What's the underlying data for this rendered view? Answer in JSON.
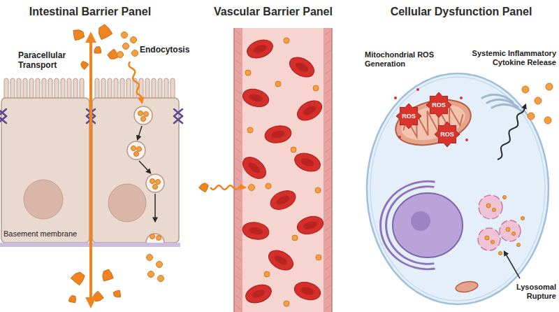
{
  "diagram": {
    "nodes": [
      {
        "text": [
          "Intestinal Barrier Panel"
        ]
      },
      {
        "text": [
          "Vascular Barrier Panel"
        ]
      },
      {
        "text": [
          "Cellular Dysfunction Panel"
        ]
      },
      {
        "text": [
          "ROS"
        ],
        "in": 2
      },
      {
        "text": [
          "ROS"
        ],
        "in": 2
      },
      {
        "text": [
          "ROS"
        ],
        "in": 2
      }
    ],
    "labels": [
      "Paracellular Transport",
      "Endocytosis",
      "Basement membrane",
      "Mitochondrial ROS Generation",
      "Systemic Inflammatory Cytokine Release",
      "Lysosomal Rupture"
    ]
  }
}
